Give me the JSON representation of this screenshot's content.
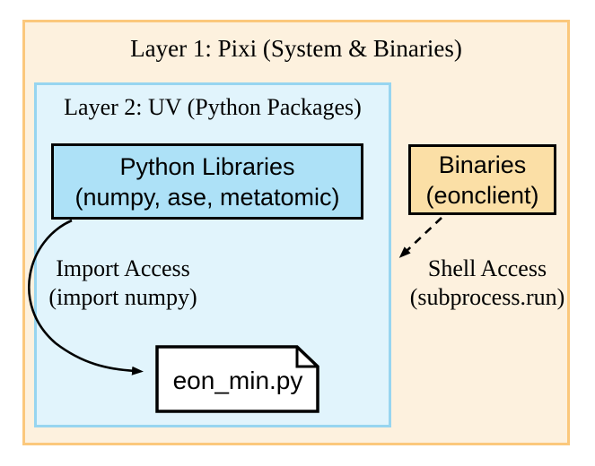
{
  "diagram": {
    "layer1": {
      "title": "Layer 1: Pixi (System & Binaries)"
    },
    "layer2": {
      "title": "Layer 2: UV (Python Packages)"
    },
    "nodes": {
      "python_libraries": {
        "line1": "Python Libraries",
        "line2": "(numpy, ase, metatomic)"
      },
      "binaries": {
        "line1": "Binaries",
        "line2": "(eonclient)"
      },
      "script_file": {
        "label": "eon_min.py"
      }
    },
    "edges": {
      "import_access": {
        "line1": "Import Access",
        "line2": "(import numpy)",
        "style": "solid-curved"
      },
      "shell_access": {
        "line1": "Shell Access",
        "line2": "(subprocess.run)",
        "style": "dashed"
      }
    },
    "colors": {
      "layer1_fill": "#FDF1DE",
      "layer1_border": "#FBC87C",
      "layer2_fill": "#E1F4FC",
      "layer2_border": "#97D5F0",
      "python_libraries_fill": "#ADE1F7",
      "binaries_fill": "#FBDFA6",
      "node_border": "#000000",
      "arrow": "#000000",
      "note_fill": "#FFFFFF"
    }
  }
}
